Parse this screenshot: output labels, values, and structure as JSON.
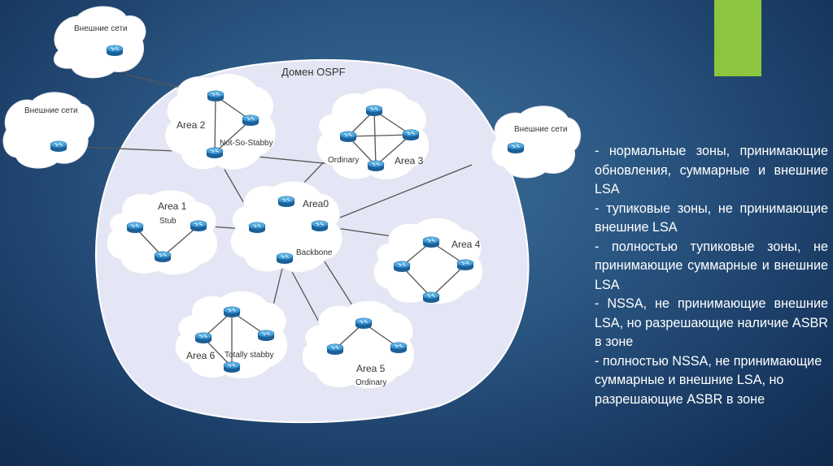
{
  "diagram": {
    "domain_label": "Домен OSPF",
    "external_networks": [
      {
        "id": "ext1",
        "label": "Внешние сети"
      },
      {
        "id": "ext2",
        "label": "Внешние сети"
      },
      {
        "id": "ext3",
        "label": "Внешние сети"
      }
    ],
    "areas": [
      {
        "id": "area0",
        "name": "Area0",
        "type": "Backbone"
      },
      {
        "id": "area1",
        "name": "Area 1",
        "type": "Stub"
      },
      {
        "id": "area2",
        "name": "Area 2",
        "type": "Not-So-Stabby"
      },
      {
        "id": "area3",
        "name": "Area 3",
        "type": "Ordinary"
      },
      {
        "id": "area4",
        "name": "Area 4",
        "type": ""
      },
      {
        "id": "area5",
        "name": "Area 5",
        "type": "Ordinary"
      },
      {
        "id": "area6",
        "name": "Area 6",
        "type": "Totally stabby"
      }
    ]
  },
  "description": {
    "lines": [
      "- нормальные зоны, принимающие обновления, суммарные и внешние LSA",
      "- тупиковые зоны, не принимающие внешние LSA",
      "- полностью тупиковые зоны, не принимающие суммарные и внешние LSA",
      "- NSSA, не принимающие внешние LSA, но разрешающие наличие ASBR в зоне",
      "- полностью NSSA, не принимающие суммарные и внешние LSA, но разрешающие ASBR в зоне"
    ]
  },
  "colors": {
    "accent": "#8cc63f",
    "background": "#2a5682",
    "domain_fill": "#e4e6f5",
    "router": "#2f86c6"
  }
}
